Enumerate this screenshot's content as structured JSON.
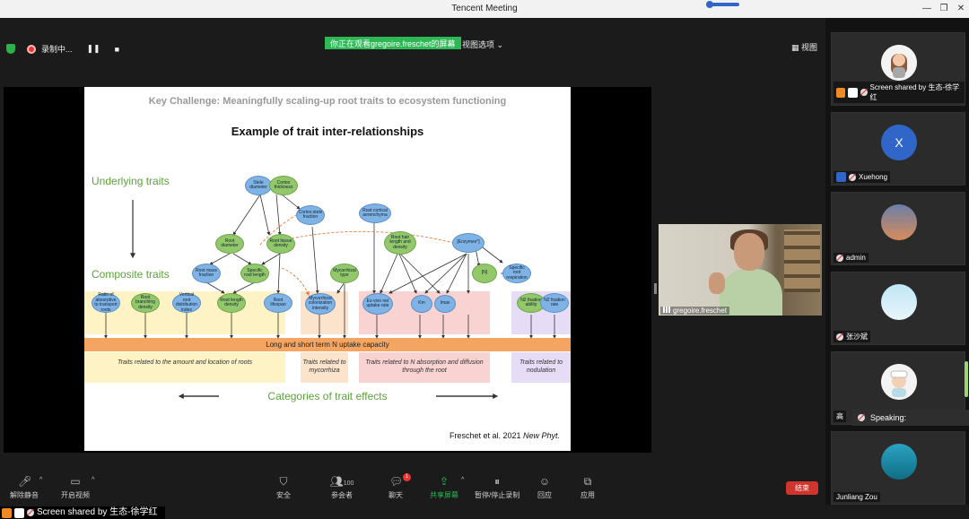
{
  "window": {
    "title": "Tencent Meeting"
  },
  "top_bar": {
    "recording_label": "录制中...",
    "sharing_banner": "你正在观看gregoire.freschet的屏幕",
    "view_options_label": "视图选项",
    "view_button_label": "视图"
  },
  "slide": {
    "key_challenge": "Key Challenge: Meaningfully scaling-up root traits to ecosystem functioning",
    "heading": "Example of trait inter-relationships",
    "underlying_traits": "Underlying traits",
    "composite_traits": "Composite traits",
    "uptake_bar": "Long and short term N uptake capacity",
    "categories": [
      "Traits related to the amount and location of roots",
      "Traits related to mycorrhiza",
      "Traits related to N absorption and diffusion through the root",
      "Traits related to nodulation"
    ],
    "categories_title": "Categories of trait effects",
    "citation_main": "Freschet et al. 2021 ",
    "citation_journal": "New Phyt.",
    "nodes": {
      "stele_diameter": "Stele diameter",
      "cortex_thickness": "Cortex thickness",
      "cortex_stele_fraction": "Cortex:stele fraction",
      "root_cortical_aerenchyma": "Root cortical aerenchyma",
      "root_diameter": "Root diameter",
      "root_tissue_density": "Root tissue density",
      "root_hair_length": "Root hair length and density",
      "enzymes": "[Enzymes*]",
      "root_mass_fraction": "Root mass fraction",
      "specific_root_length": "Specific root length",
      "mycorrhizal_type": "Mycorrhizal type",
      "root_n": "[N]",
      "specific_root_respiration": "Specific root respiration",
      "ratio_absorptive": "Ratio of absorptive to transport roots",
      "root_branching_density": "Root branching density",
      "vertical_root_distribution": "Vertical root distribution index",
      "root_length_density": "Root length density",
      "root_lifespan": "Root lifespan",
      "mycorrhizal_colonization": "Mycorrhizal colonization intensity",
      "ex_vivo_uptake": "Ex-vivo net uptake rate",
      "km": "Km",
      "imax": "Imax",
      "n2_fixation_ability": "N2 fixation ability",
      "n2_fixation_rate": "N2 fixation rate"
    }
  },
  "presenter": {
    "name": "gregoire.freschet"
  },
  "toolbar": {
    "unmute": "解除静音",
    "start_video": "开启视频",
    "security": "安全",
    "participants": "参会者",
    "participants_count": "100",
    "chat": "聊天",
    "chat_badge": "1",
    "share_screen": "共享屏幕",
    "pause_recording": "暂停/停止录制",
    "reactions": "回应",
    "apps": "应用",
    "end": "结束"
  },
  "status_strip": {
    "label": "Screen shared by 生态-徐学红"
  },
  "participants": [
    {
      "name": "Screen shared by 生态-徐学红",
      "avatar": ""
    },
    {
      "name": "Xuehong",
      "avatar": "X"
    },
    {
      "name": "admin",
      "avatar": ""
    },
    {
      "name": "张沙斌",
      "avatar": ""
    },
    {
      "name": "高",
      "avatar": ""
    },
    {
      "name": "Junliang Zou",
      "avatar": ""
    }
  ],
  "speaking_label": "Speaking:",
  "colors": {
    "accent_green": "#2db855",
    "end_red": "#d0342c",
    "slide_green": "#5aa33a",
    "uptake_orange": "#f4a561"
  }
}
